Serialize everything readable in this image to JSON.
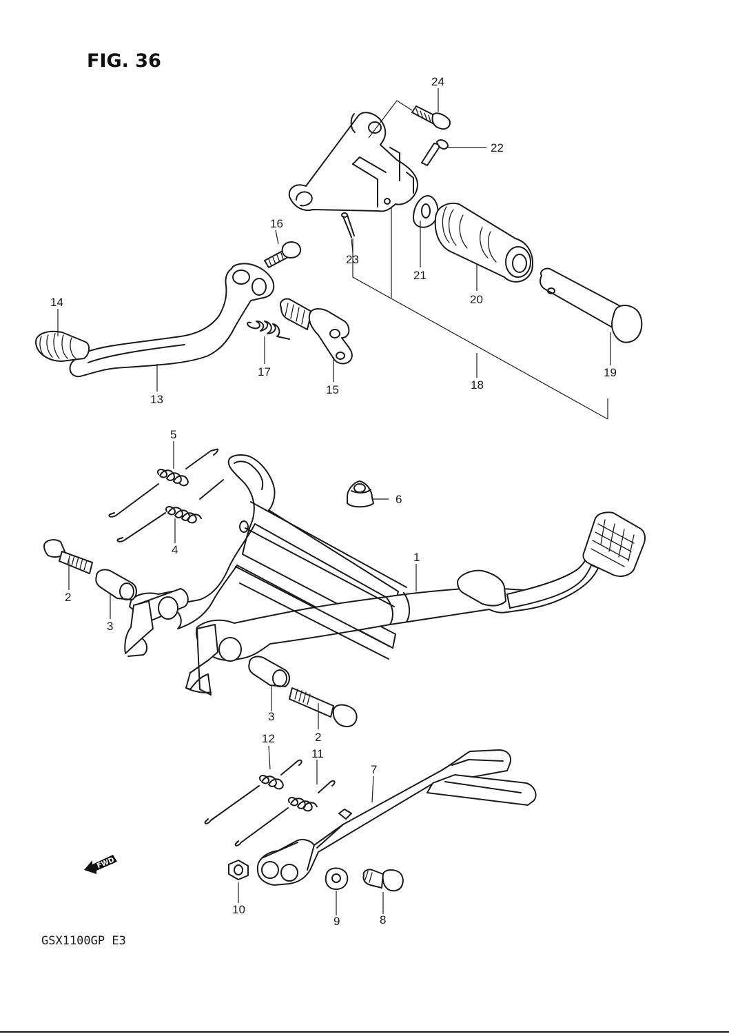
{
  "figure": {
    "title": "FIG. 36",
    "model_code": "GSX1100GP  E3",
    "fwd_label": "FWD"
  },
  "callouts": [
    {
      "id": "c1",
      "label": "1"
    },
    {
      "id": "c2a",
      "label": "2"
    },
    {
      "id": "c2b",
      "label": "2"
    },
    {
      "id": "c3a",
      "label": "3"
    },
    {
      "id": "c3b",
      "label": "3"
    },
    {
      "id": "c4",
      "label": "4"
    },
    {
      "id": "c5",
      "label": "5"
    },
    {
      "id": "c6",
      "label": "6"
    },
    {
      "id": "c7",
      "label": "7"
    },
    {
      "id": "c8",
      "label": "8"
    },
    {
      "id": "c9",
      "label": "9"
    },
    {
      "id": "c10",
      "label": "10"
    },
    {
      "id": "c11",
      "label": "11"
    },
    {
      "id": "c12",
      "label": "12"
    },
    {
      "id": "c13",
      "label": "13"
    },
    {
      "id": "c14",
      "label": "14"
    },
    {
      "id": "c15",
      "label": "15"
    },
    {
      "id": "c16",
      "label": "16"
    },
    {
      "id": "c17",
      "label": "17"
    },
    {
      "id": "c18",
      "label": "18"
    },
    {
      "id": "c19",
      "label": "19"
    },
    {
      "id": "c20",
      "label": "20"
    },
    {
      "id": "c21",
      "label": "21"
    },
    {
      "id": "c22",
      "label": "22"
    },
    {
      "id": "c23",
      "label": "23"
    },
    {
      "id": "c24",
      "label": "24"
    }
  ]
}
